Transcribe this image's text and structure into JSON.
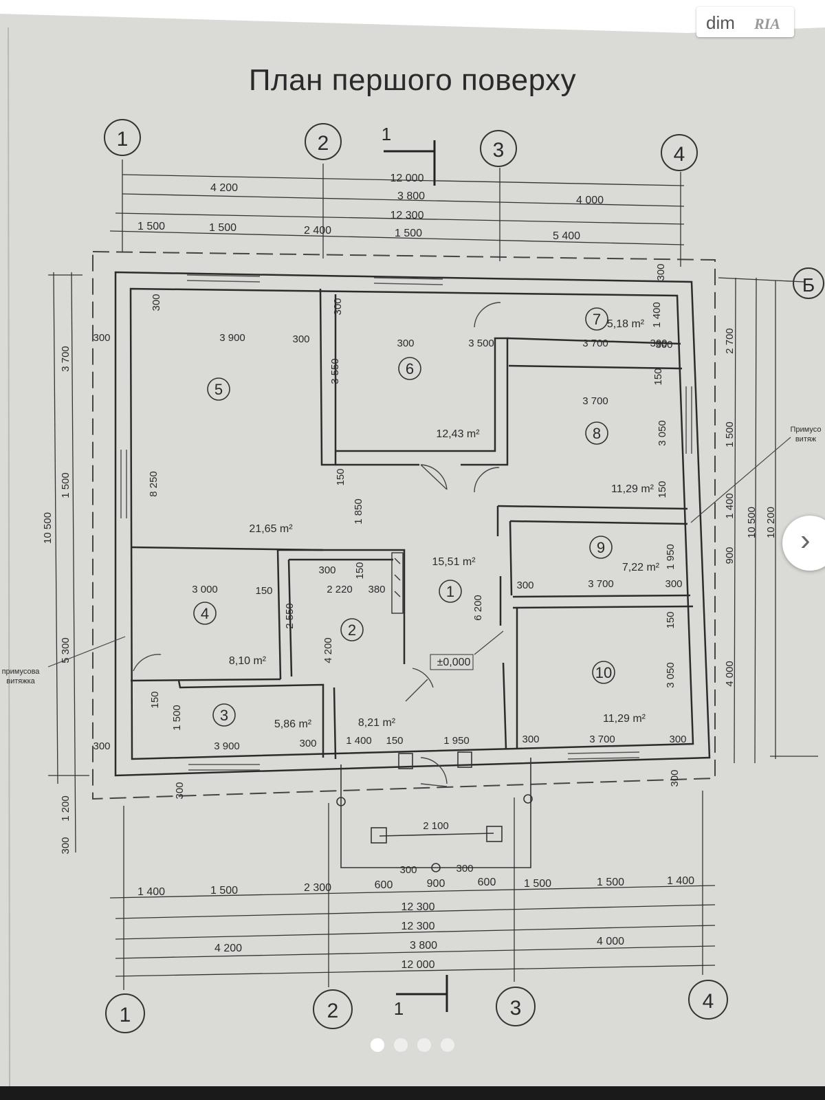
{
  "title": "План першого поверху",
  "watermark": {
    "dim": "dim",
    "ria": "RIA"
  },
  "navigation": {
    "next_glyph": "›",
    "slide_count": 4,
    "active_slide": 1
  },
  "axes": {
    "top": [
      "1",
      "2",
      "3",
      "4"
    ],
    "bottom": [
      "1",
      "2",
      "3",
      "4"
    ],
    "right": [
      "Б"
    ],
    "section_marks": [
      "1",
      "1"
    ]
  },
  "rooms": [
    {
      "number": "1",
      "area": "15,51 m²"
    },
    {
      "number": "2",
      "area": "8,21 m²"
    },
    {
      "number": "3",
      "area": "5,86 m²"
    },
    {
      "number": "4",
      "area": "8,10 m²"
    },
    {
      "number": "5",
      "area": "21,65 m²"
    },
    {
      "number": "6",
      "area": "12,43 m²"
    },
    {
      "number": "7",
      "area": "5,18 m²"
    },
    {
      "number": "8",
      "area": "11,29 m²"
    },
    {
      "number": "9",
      "area": "7,22 m²"
    },
    {
      "number": "10",
      "area": "11,29 m²"
    }
  ],
  "level_mark": "±0,000",
  "notes": {
    "left": [
      "примусова",
      "витяжка"
    ],
    "right": [
      "Примусо",
      "витяж"
    ]
  },
  "dimensions": {
    "top": {
      "row1": [
        "12 000"
      ],
      "row2": [
        "4 200",
        "3 800",
        "4 000"
      ],
      "row3": [
        "12 300"
      ],
      "row4": [
        "1 500",
        "1 500",
        "2 400",
        "1 500",
        "5 400"
      ]
    },
    "bottom": {
      "row1": [
        "1 400",
        "1 500",
        "2 300",
        "600",
        "900",
        "600",
        "1 500",
        "1 500",
        "1 400"
      ],
      "row2": [
        "12 300"
      ],
      "row3": [
        "12 300"
      ],
      "row4": [
        "4 200",
        "3 800",
        "4 000"
      ],
      "row5": [
        "12 000"
      ]
    },
    "left": [
      "10 500",
      "3 700",
      "1 500",
      "5 300",
      "1 200",
      "300"
    ],
    "right": [
      "300",
      "2 700",
      "1 500",
      "1 400",
      "900",
      "4 000",
      "300",
      "10 500",
      "10 200"
    ],
    "interior": [
      "300",
      "3 900",
      "300",
      "300",
      "8 250",
      "300",
      "300",
      "3 500",
      "300",
      "3 550",
      "150",
      "1 850",
      "1 400",
      "3 700",
      "300",
      "150",
      "3 700",
      "3 050",
      "150",
      "300",
      "3 700",
      "300",
      "1 950",
      "3 050",
      "150",
      "6 200",
      "3 000",
      "150",
      "2 550",
      "300",
      "2 220",
      "380",
      "150",
      "4 200",
      "150",
      "1 500",
      "3 900",
      "300",
      "300",
      "1 400",
      "150",
      "1 950",
      "300",
      "3 700",
      "300",
      "300",
      "2 100",
      "300",
      "300"
    ]
  }
}
